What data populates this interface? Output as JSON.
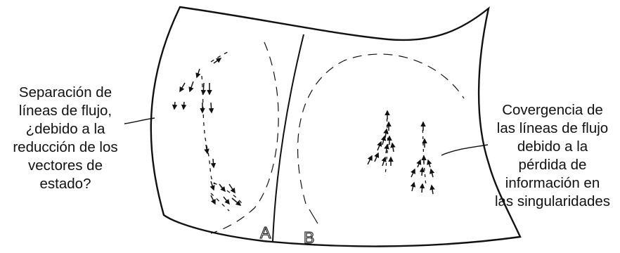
{
  "captions": {
    "left": [
      "Separación de",
      "líneas de flujo,",
      "¿debido a la",
      "reducción de los",
      "vectores de",
      "estado?"
    ],
    "right": [
      "Covergencia de",
      "las líneas de flujo",
      "debido a la",
      "pérdida de",
      "información en",
      "las singularidades"
    ]
  },
  "regions": {
    "a": "A",
    "b": "B"
  },
  "colors": {
    "ink": "#111111",
    "background": "#ffffff"
  }
}
